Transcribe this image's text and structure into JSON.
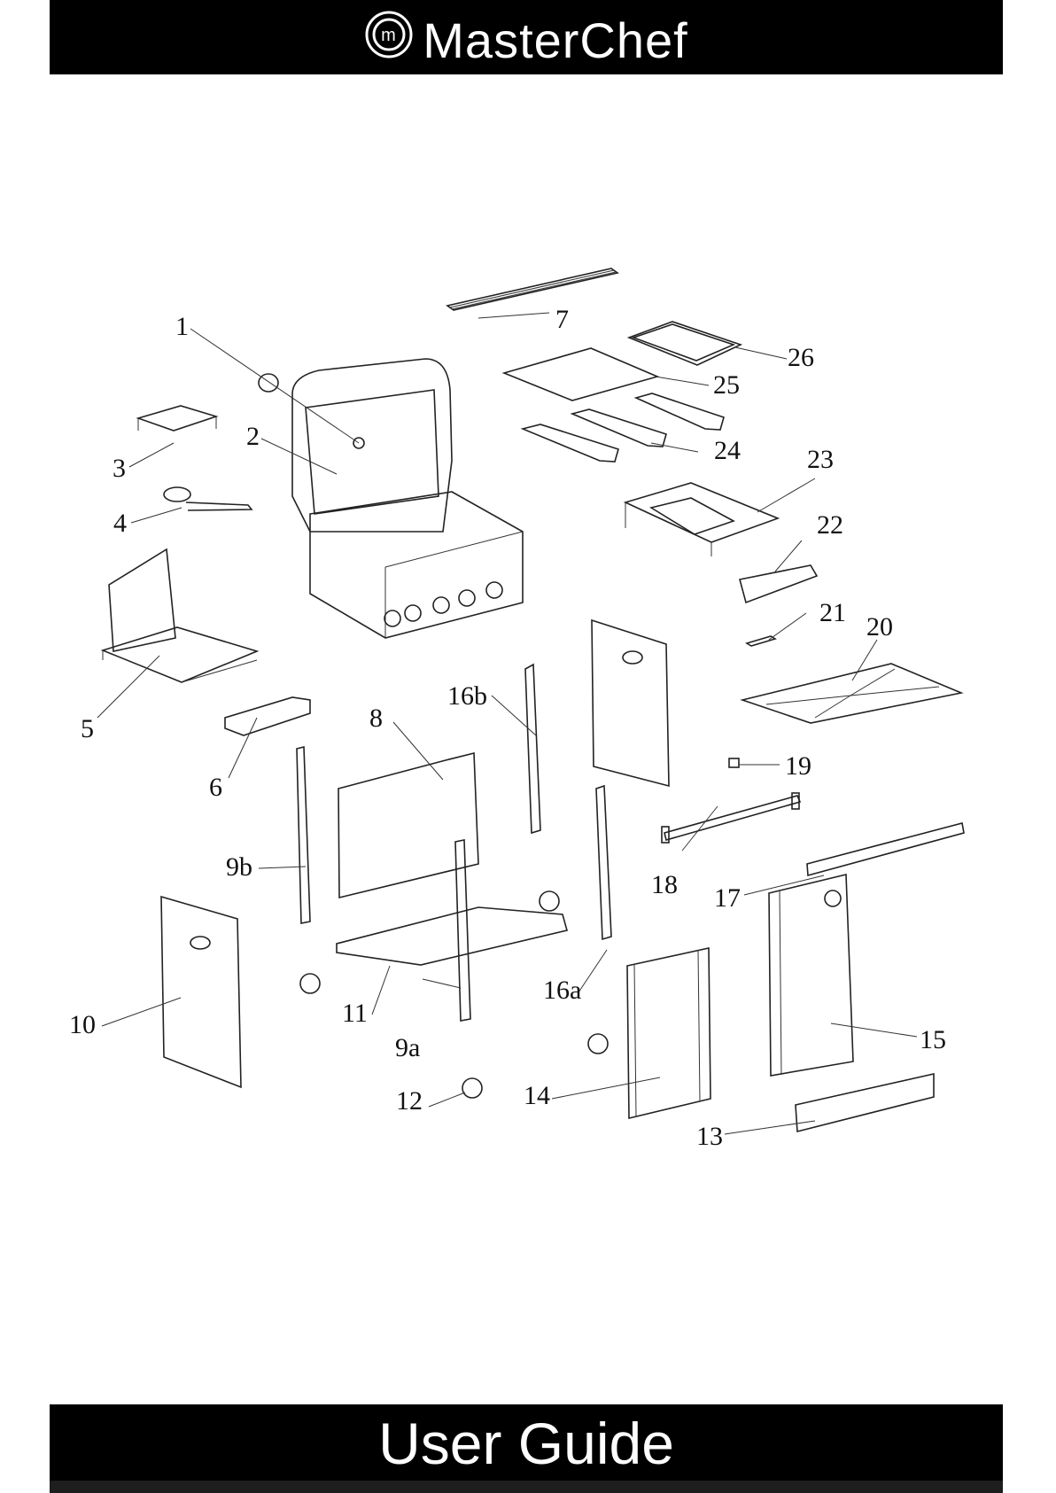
{
  "header": {
    "brand": "MasterChef",
    "logo_letter": "m",
    "background": "#000000",
    "text_color": "#ffffff"
  },
  "footer": {
    "title": "User Guide"
  },
  "diagram": {
    "type": "exploded-parts-view",
    "part_labels": [
      {
        "id": "p1",
        "label": "1"
      },
      {
        "id": "p2",
        "label": "2"
      },
      {
        "id": "p3",
        "label": "3"
      },
      {
        "id": "p4",
        "label": "4"
      },
      {
        "id": "p5",
        "label": "5"
      },
      {
        "id": "p6",
        "label": "6"
      },
      {
        "id": "p7",
        "label": "7"
      },
      {
        "id": "p8",
        "label": "8"
      },
      {
        "id": "p9a",
        "label": "9a"
      },
      {
        "id": "p9b",
        "label": "9b"
      },
      {
        "id": "p10",
        "label": "10"
      },
      {
        "id": "p11",
        "label": "11"
      },
      {
        "id": "p12",
        "label": "12"
      },
      {
        "id": "p13",
        "label": "13"
      },
      {
        "id": "p14",
        "label": "14"
      },
      {
        "id": "p15",
        "label": "15"
      },
      {
        "id": "p16a",
        "label": "16a"
      },
      {
        "id": "p16b",
        "label": "16b"
      },
      {
        "id": "p17",
        "label": "17"
      },
      {
        "id": "p18",
        "label": "18"
      },
      {
        "id": "p19",
        "label": "19"
      },
      {
        "id": "p20",
        "label": "20"
      },
      {
        "id": "p21",
        "label": "21"
      },
      {
        "id": "p22",
        "label": "22"
      },
      {
        "id": "p23",
        "label": "23"
      },
      {
        "id": "p24",
        "label": "24"
      },
      {
        "id": "p25",
        "label": "25"
      },
      {
        "id": "p26",
        "label": "26"
      }
    ]
  }
}
